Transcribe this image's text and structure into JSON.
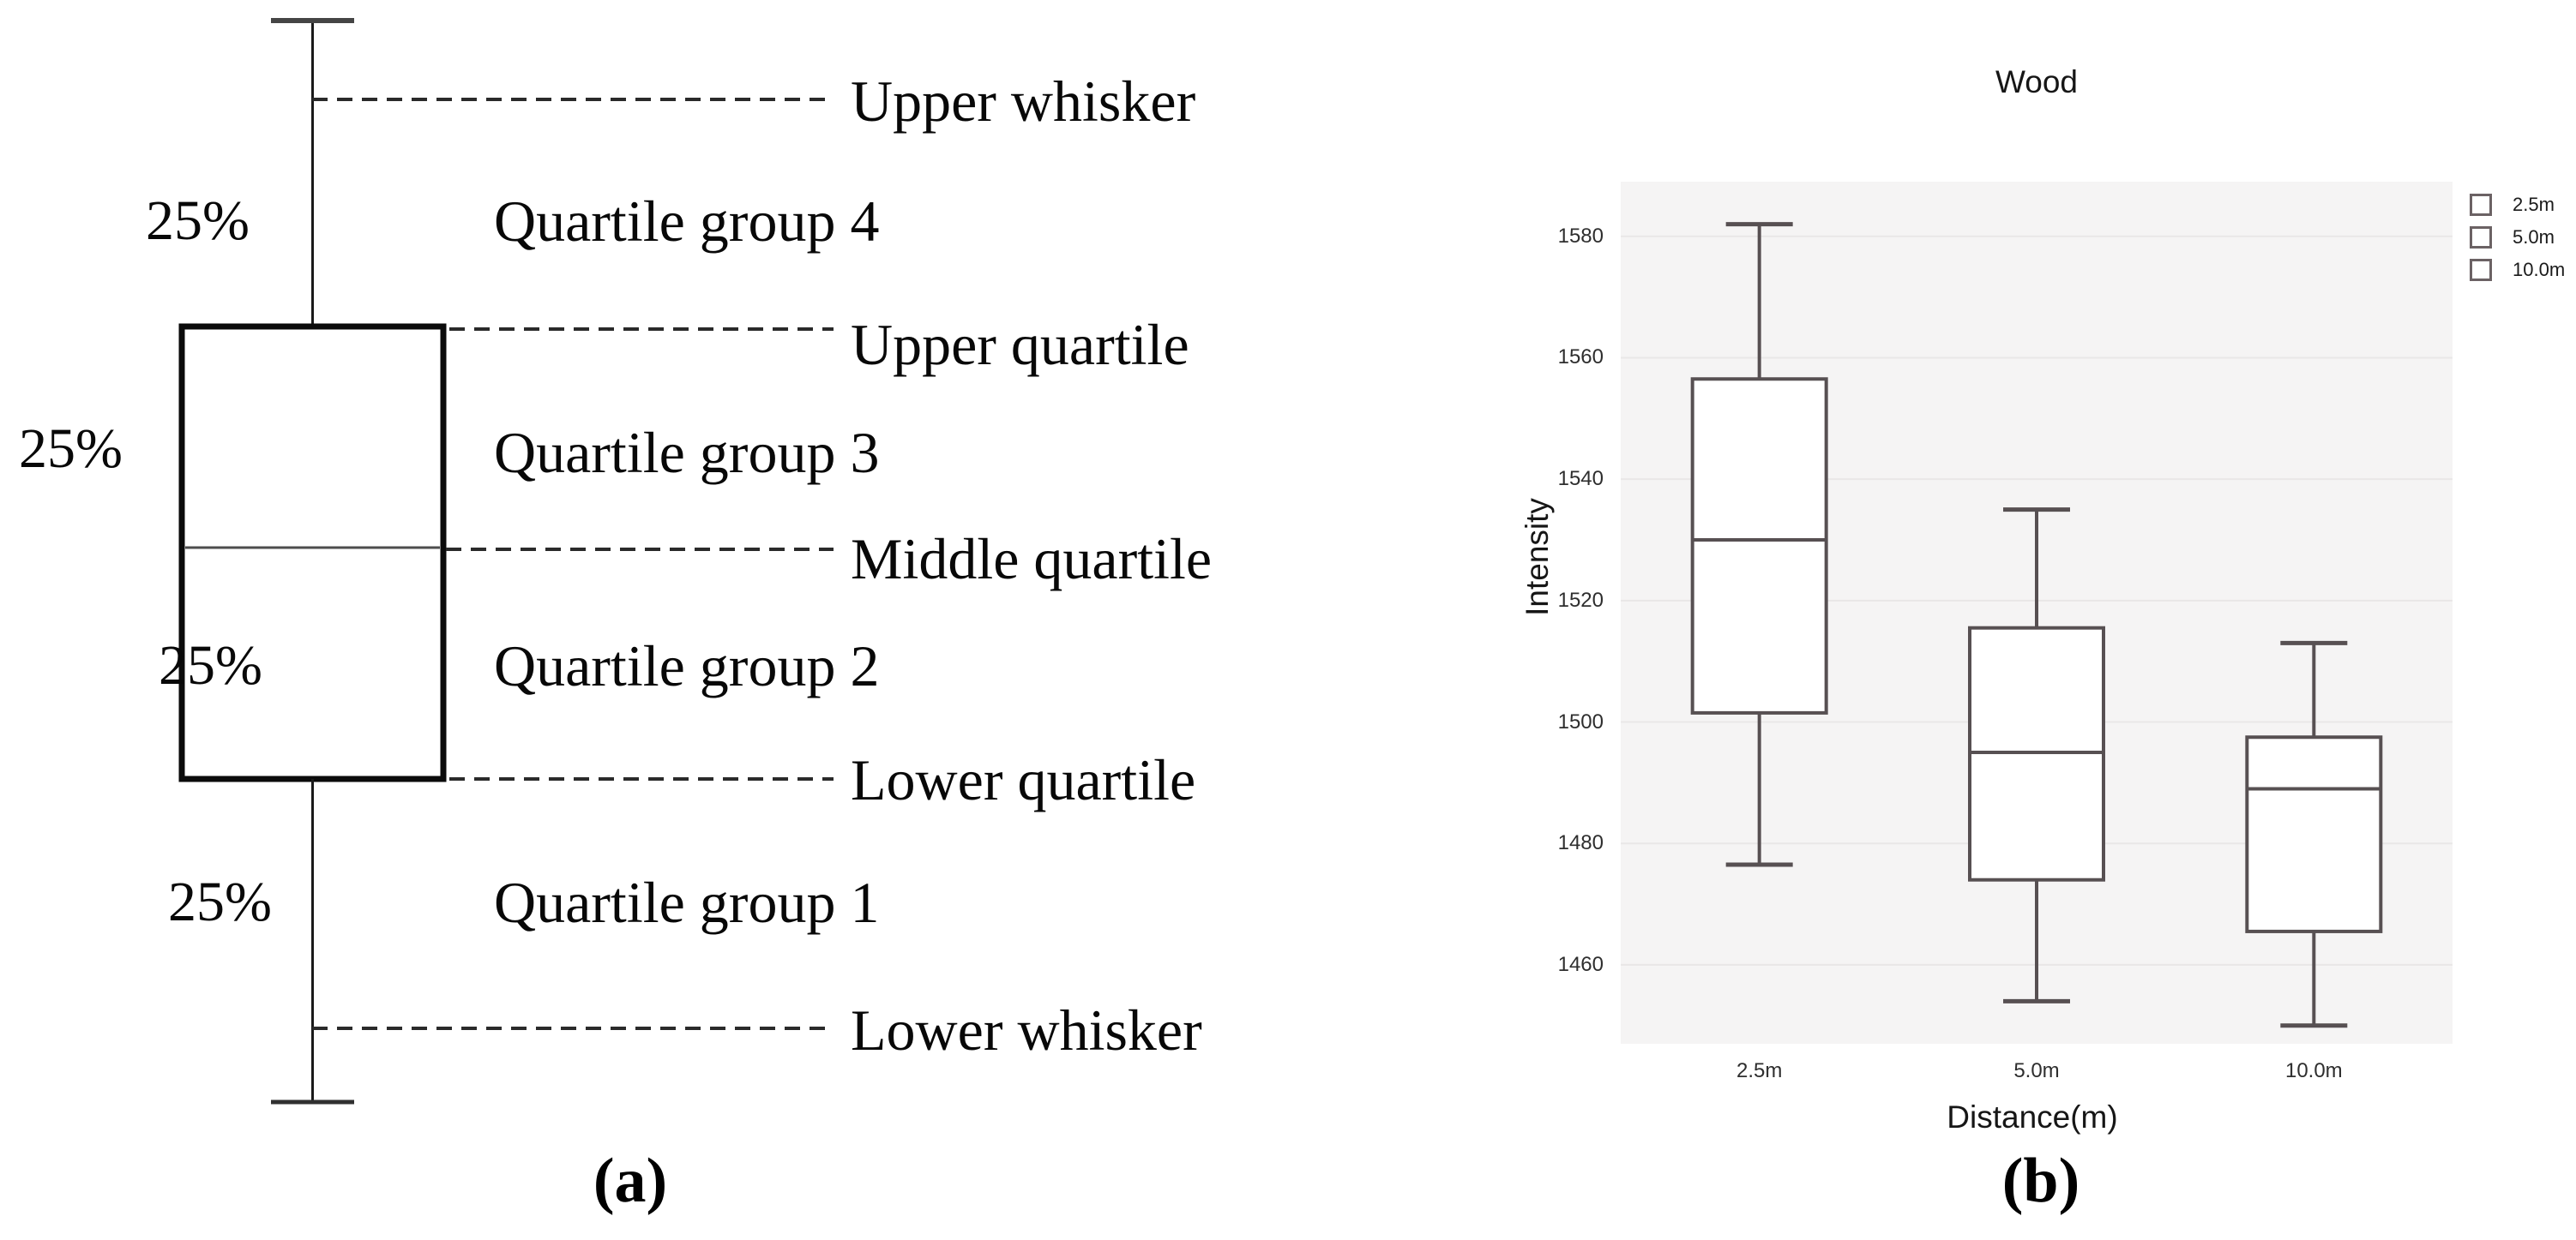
{
  "captions": {
    "a": "(a)",
    "b": "(b)"
  },
  "panel_a": {
    "percent_labels": [
      "25%",
      "25%",
      "25%",
      "25%"
    ],
    "annotations": {
      "upper_whisker": "Upper whisker",
      "quartile_group_4": "Quartile group 4",
      "upper_quartile": "Upper quartile",
      "quartile_group_3": "Quartile group 3",
      "middle_quartile": "Middle quartile",
      "quartile_group_2": "Quartile group 2",
      "lower_quartile": "Lower quartile",
      "quartile_group_1": "Quartile group 1",
      "lower_whisker": "Lower whisker"
    }
  },
  "chart_data": {
    "type": "boxplot",
    "title": "Wood",
    "xlabel": "Distance(m)",
    "ylabel": "Intensity",
    "categories": [
      "2.5m",
      "5.0m",
      "10.0m"
    ],
    "yticks": [
      1460,
      1480,
      1500,
      1520,
      1540,
      1560,
      1580
    ],
    "ylim": [
      1447,
      1589
    ],
    "grid": true,
    "legend": [
      "2.5m",
      "5.0m",
      "10.0m"
    ],
    "legend_position": "top-right",
    "series": [
      {
        "name": "2.5m",
        "min": 1476.5,
        "q1": 1501.5,
        "median": 1530,
        "q3": 1556.5,
        "max": 1582
      },
      {
        "name": "5.0m",
        "min": 1454,
        "q1": 1474,
        "median": 1495,
        "q3": 1515.5,
        "max": 1535
      },
      {
        "name": "10.0m",
        "min": 1450,
        "q1": 1465.5,
        "median": 1489,
        "q3": 1497.5,
        "max": 1513
      }
    ]
  },
  "colors": {
    "box_stroke": "#575052",
    "plot_bg": "#f5f4f4",
    "gridline": "#e9e7e7",
    "legend_marker_stroke": "#6b6264",
    "diagram_line": "#1a1a1a",
    "dash_line": "#2a2a2a"
  }
}
